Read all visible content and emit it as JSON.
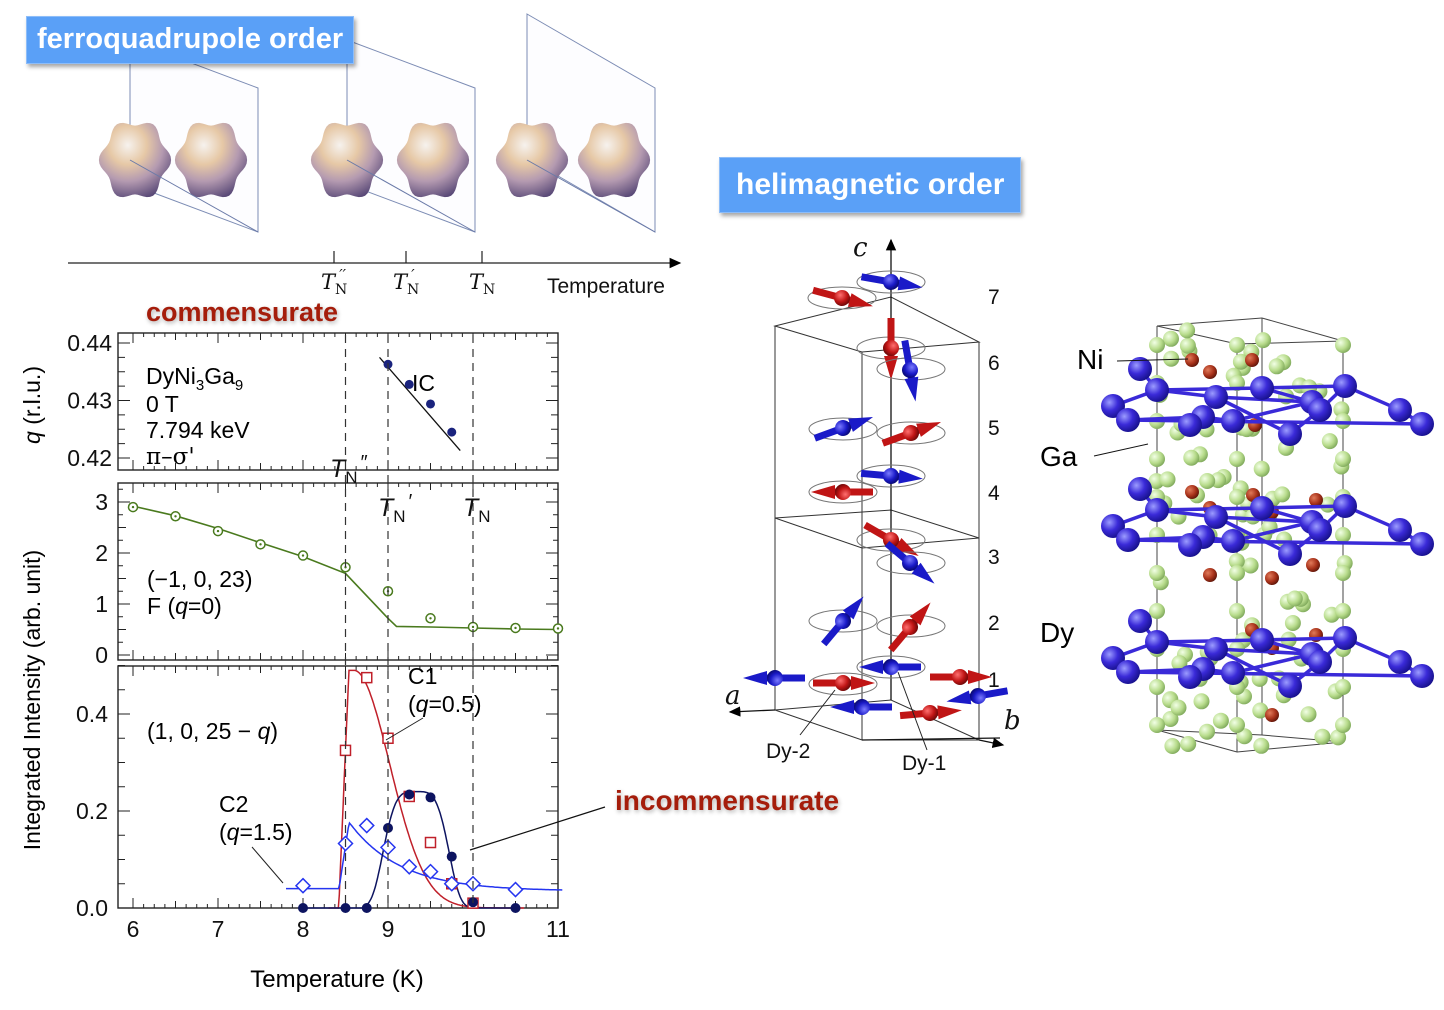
{
  "banners": {
    "ferroquadrupole": "ferroquadrupole order",
    "helimagnetic": "helimagnetic order"
  },
  "labels": {
    "commensurate": "commensurate",
    "incommensurate": "incommensurate"
  },
  "schematic": {
    "axis_label": "Temperature",
    "markers": [
      "T_N''",
      "T_N'",
      "T_N"
    ],
    "marker_texts": [
      {
        "main": "T",
        "sub": "N",
        "sup": "′′"
      },
      {
        "main": "T",
        "sub": "N",
        "sup": "′"
      },
      {
        "main": "T",
        "sub": "N",
        "sup": ""
      }
    ],
    "planes": 3,
    "orbitals_per_plane": 2
  },
  "chart_data": [
    {
      "type": "line",
      "panel": "top",
      "title": "",
      "ylabel": "q (r.l.u.)",
      "xlabel": "",
      "xlim": [
        6,
        11
      ],
      "ylim": [
        0.4195,
        0.4405
      ],
      "yticks": [
        0.42,
        0.43,
        0.44
      ],
      "ytick_labels": [
        "0.42",
        "0.43",
        "0.44"
      ],
      "annotations": [
        "DyNi3Ga9",
        "0 T",
        "7.794 keV",
        "π–σ'"
      ],
      "series": [
        {
          "name": "IC",
          "color": "#1a237e",
          "marker": "filled-circle",
          "x": [
            9.0,
            9.25,
            9.5,
            9.75
          ],
          "y": [
            0.4363,
            0.4328,
            0.4294,
            0.4245
          ],
          "fit": {
            "x": [
              8.9,
              9.85
            ],
            "y": [
              0.4375,
              0.4213
            ]
          }
        }
      ]
    },
    {
      "type": "line",
      "panel": "middle",
      "ylabel": "Integrated Intensity (arb. unit)",
      "xlim": [
        6,
        11
      ],
      "ylim": [
        -0.05,
        3.35
      ],
      "yticks": [
        0,
        1,
        2,
        3
      ],
      "ytick_labels": [
        "0",
        "1",
        "2",
        "3"
      ],
      "annotations": [
        "(−1, 0, 23)",
        "F (q=0)"
      ],
      "series": [
        {
          "name": "F (q=0)",
          "color": "#4a7a1e",
          "marker": "dotted-circle",
          "x": [
            6.0,
            6.5,
            7.0,
            7.5,
            8.0,
            8.5,
            9.0,
            9.5,
            10.0,
            10.5,
            11.0
          ],
          "y": [
            2.9,
            2.72,
            2.43,
            2.17,
            1.95,
            1.72,
            1.25,
            0.72,
            0.55,
            0.53,
            0.52
          ],
          "fit": {
            "x": [
              6.0,
              6.5,
              7.0,
              7.5,
              8.0,
              8.5,
              9.0,
              9.1,
              9.5,
              10.0,
              10.5,
              11.0
            ],
            "y": [
              2.92,
              2.73,
              2.48,
              2.2,
              1.93,
              1.6,
              0.72,
              0.56,
              0.55,
              0.53,
              0.51,
              0.5
            ]
          }
        }
      ]
    },
    {
      "type": "line",
      "panel": "bottom",
      "xlabel": "Temperature (K)",
      "xlim": [
        6,
        11
      ],
      "ylim": [
        0,
        0.5
      ],
      "xticks": [
        6,
        7,
        8,
        9,
        10,
        11
      ],
      "xtick_labels": [
        "6",
        "7",
        "8",
        "9",
        "10",
        "11"
      ],
      "yticks": [
        0.0,
        0.2,
        0.4
      ],
      "ytick_labels": [
        "0.0",
        "0.2",
        "0.4"
      ],
      "annotations": [
        "(1, 0, 25−q)",
        "C1 (q=0.5)",
        "C2 (q=1.5)"
      ],
      "series": [
        {
          "name": "C1 (q=0.5)",
          "color": "#c0202a",
          "marker": "open-square",
          "x": [
            8.0,
            8.5,
            8.75,
            9.0,
            9.25,
            9.5,
            9.75,
            10.0,
            10.5
          ],
          "y": [
            0.0,
            0.325,
            0.475,
            0.35,
            0.23,
            0.135,
            0.05,
            0.01,
            0.0
          ]
        },
        {
          "name": "C2 (q=1.5)",
          "color": "#2535f0",
          "marker": "open-diamond",
          "x": [
            8.0,
            8.5,
            8.75,
            9.0,
            9.25,
            9.5,
            9.75,
            10.0,
            10.5
          ],
          "y": [
            0.046,
            0.133,
            0.17,
            0.125,
            0.085,
            0.075,
            0.05,
            0.05,
            0.038
          ]
        },
        {
          "name": "IC",
          "color": "#0d1460",
          "marker": "filled-circle",
          "x": [
            8.0,
            8.5,
            8.75,
            9.0,
            9.25,
            9.5,
            9.75,
            10.0,
            10.5
          ],
          "y": [
            0.0,
            0.0,
            0.0,
            0.165,
            0.234,
            0.228,
            0.106,
            0.012,
            0.0
          ]
        }
      ]
    }
  ],
  "transition_lines": {
    "x": [
      8.5,
      9.0,
      10.0
    ],
    "labels": [
      {
        "main": "T",
        "sub": "N",
        "sup": "″"
      },
      {
        "main": "T",
        "sub": "N",
        "sup": "′"
      },
      {
        "main": "T",
        "sub": "N",
        "sup": ""
      }
    ]
  },
  "helix": {
    "axis_labels": {
      "a": "a",
      "b": "b",
      "c": "c"
    },
    "layer_numbers": [
      "1",
      "2",
      "3",
      "4",
      "5",
      "6",
      "7"
    ],
    "site_labels": [
      "Dy-2",
      "Dy-1"
    ],
    "colors": {
      "dy1": "#1a1ac8",
      "dy2": "#c01515"
    }
  },
  "crystal": {
    "atom_labels": [
      "Ni",
      "Ga",
      "Dy"
    ],
    "colors": {
      "Ni": "#a8321a",
      "Ga": "#b8dc8c",
      "Dy": "#3a2ad8",
      "bond": "#3a2ad8"
    }
  }
}
